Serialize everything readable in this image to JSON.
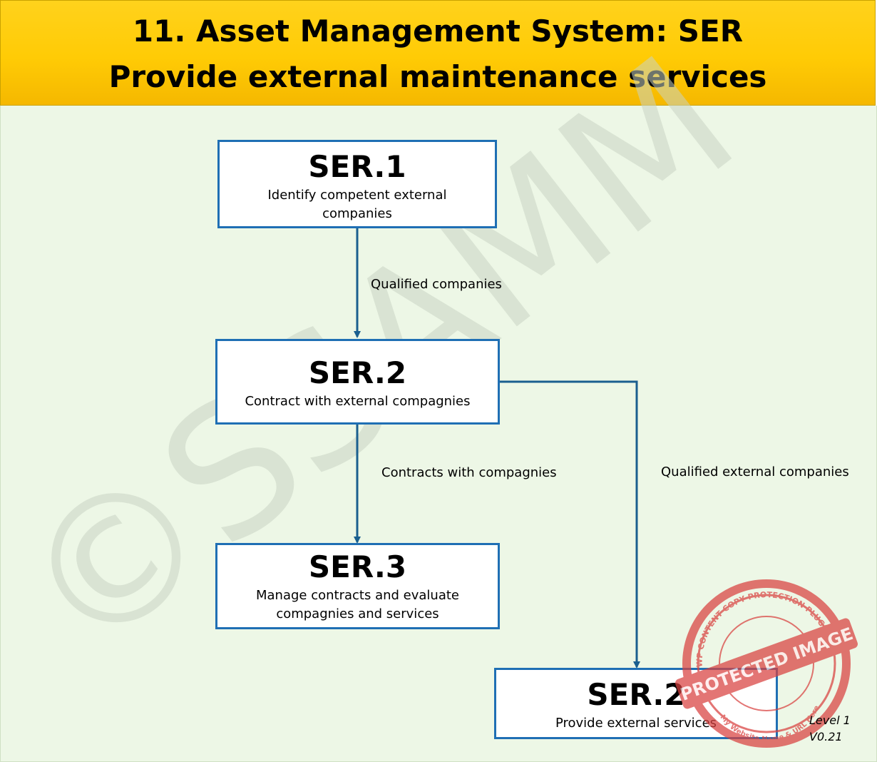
{
  "header": {
    "title_line1": "11. Asset Management System: SER",
    "title_line2": "Provide external maintenance services"
  },
  "watermark": {
    "text": "©SSAMM"
  },
  "nodes": [
    {
      "id": "SER.1",
      "description": "Identify competent external companies"
    },
    {
      "id": "SER.2",
      "description": "Contract with external compagnies"
    },
    {
      "id": "SER.3",
      "description": "Manage contracts and evaluate compagnies and services"
    },
    {
      "id": "SER.2",
      "description": "Provide external services"
    }
  ],
  "edges": [
    {
      "from": "SER.1",
      "to": "SER.2",
      "label": "Qualified companies"
    },
    {
      "from": "SER.2",
      "to": "SER.3",
      "label": "Contracts with compagnies"
    },
    {
      "from": "SER.2",
      "to": "SER.2 (Provide external services)",
      "label": "Qualified external companies"
    }
  ],
  "stamp": {
    "outer_text": "WP CONTENT COPY PROTECTION PLUGIN",
    "banner_text": "PROTECTED IMAGE",
    "inner_text": "My Website Name & URL Here"
  },
  "footer": {
    "level": "Level 1",
    "version": "V0.21"
  },
  "colors": {
    "header_bg": "#ffcb05",
    "canvas_bg": "#edf7e6",
    "box_border": "#1f6fb4",
    "arrow": "#1a5f8f",
    "stamp": "#d9413f"
  }
}
